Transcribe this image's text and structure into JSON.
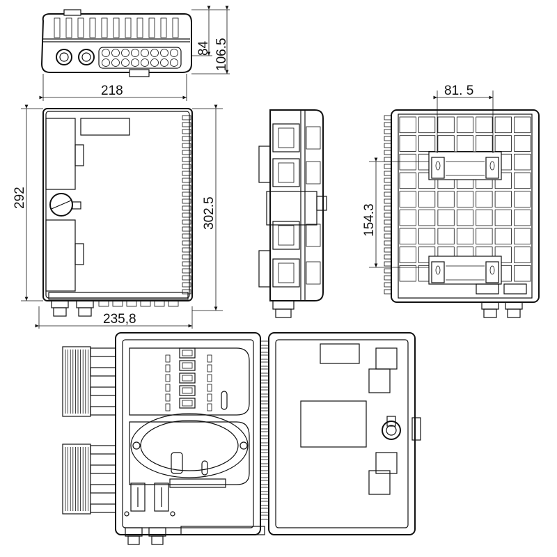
{
  "dimensions": {
    "top_width": "218",
    "top_depth_inner": "84",
    "top_depth_outer": "106.5",
    "front_height": "292",
    "front_height_total": "302.5",
    "front_width": "235,8",
    "back_rail_spacing": "81. 5",
    "back_mount_height": "154.3"
  },
  "colors": {
    "line": "#111111",
    "background": "#ffffff"
  }
}
